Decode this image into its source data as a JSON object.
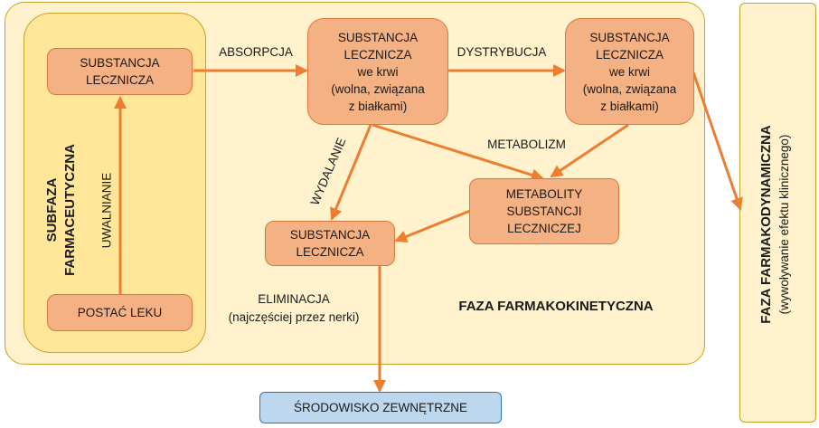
{
  "phases": {
    "pharmacokinetic": "FAZA FARMAKOKINETYCZNA",
    "pharmaceutical_line1": "SUBFAZA",
    "pharmaceutical_line2": "FARMACEUTYCZNA",
    "pharmacodynamic_title": "FAZA FARMAKODYNAMICZNA",
    "pharmacodynamic_subtitle": "(wywoływanie efektu klinicznego)"
  },
  "nodes": {
    "drug_substance_top": [
      "SUBSTANCJA",
      "LECZNICZA"
    ],
    "drug_form": "POSTAĆ LEKU",
    "blood_left": [
      "SUBSTANCJA",
      "LECZNICZA",
      "we krwi",
      "(wolna, związana",
      "z białkami)"
    ],
    "blood_right": [
      "SUBSTANCJA",
      "LECZNICZA",
      "we krwi",
      "(wolna, związana",
      "z białkami)"
    ],
    "metabolites": [
      "METABOLITY",
      "SUBSTANCJI",
      "LECZNICZEJ"
    ],
    "drug_substance_bottom": [
      "SUBSTANCJA",
      "LECZNICZA"
    ],
    "environment": "ŚRODOWISKO ZEWNĘTRZNE"
  },
  "edges": {
    "release": "UWALNIANIE",
    "absorption": "ABSORPCJA",
    "distribution": "DYSTRYBUCJA",
    "metabolism": "METABOLIZM",
    "excretion": "WYDALANIE",
    "elimination_line1": "ELIMINACJA",
    "elimination_line2": "(najczęściej przez nerki)"
  },
  "colors": {
    "arrow": "#ed7d31",
    "node_fill": "#f4b183",
    "kinetic_fill": "#fff2cc",
    "pharmaceutic_fill": "#ffe699",
    "environment_fill": "#bdd7ee"
  }
}
